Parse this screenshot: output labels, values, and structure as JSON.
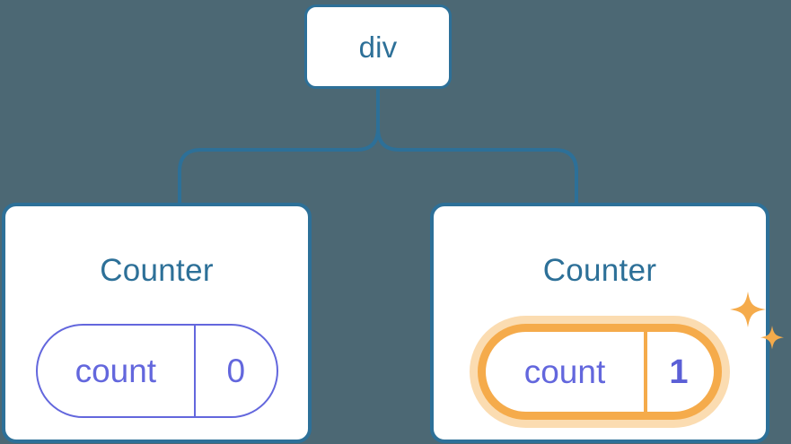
{
  "diagram": {
    "type": "component-tree",
    "background_color": "#4c6874",
    "root": {
      "label": "div",
      "node_type": "dom-element",
      "border_color": "#2d7098",
      "text_color": "#2d7098"
    },
    "children": [
      {
        "label": "Counter",
        "node_type": "component",
        "highlighted": false,
        "state": {
          "key": "count",
          "value": "0",
          "pill_border_color": "#6367dd",
          "text_color": "#6367dd"
        }
      },
      {
        "label": "Counter",
        "node_type": "component",
        "highlighted": true,
        "state": {
          "key": "count",
          "value": "1",
          "pill_border_color": "#f5ab4b",
          "pill_glow_color": "#fbdcb1",
          "text_color": "#5b5fd6"
        },
        "decoration": {
          "icon": "sparkles-icon",
          "color": "#f5ab4b",
          "count": 2
        }
      }
    ],
    "connector": {
      "color": "#2d7098",
      "style": "rounded-fork"
    }
  }
}
